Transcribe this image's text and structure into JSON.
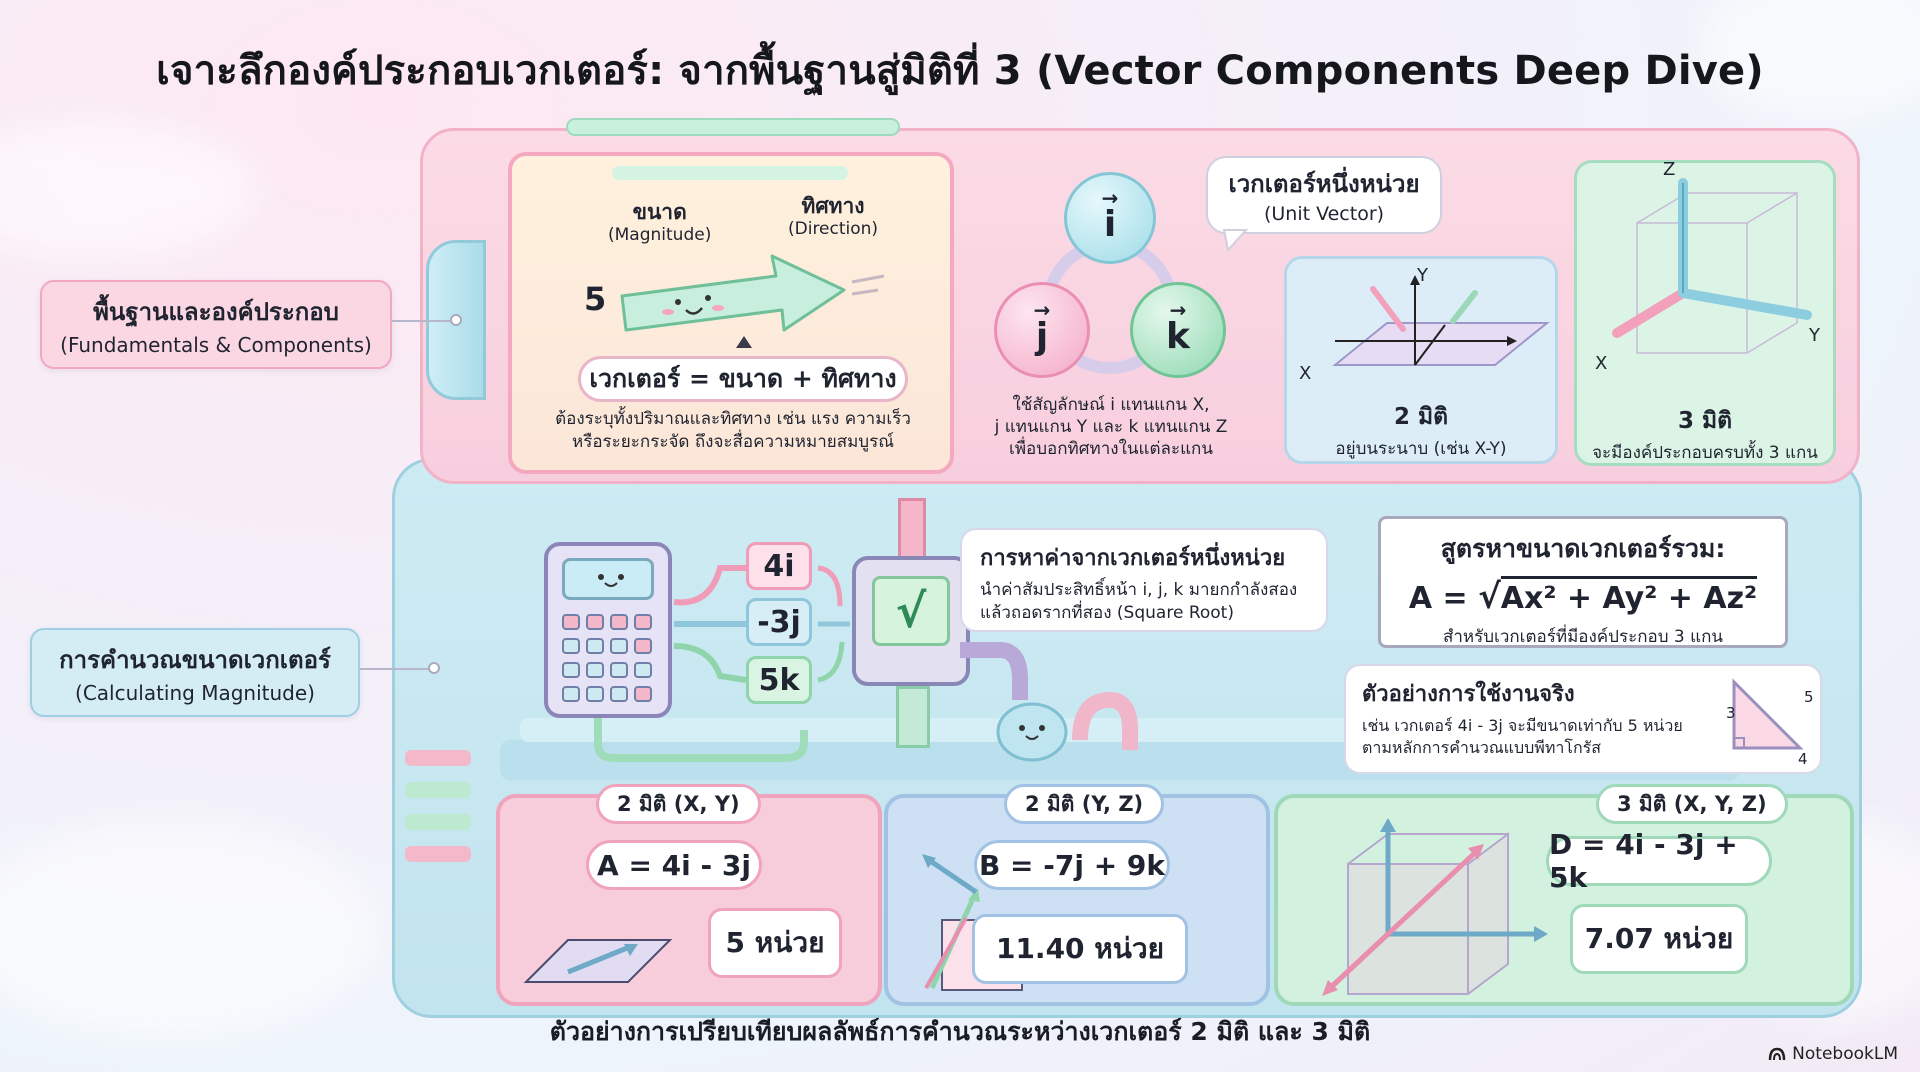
{
  "title": "เจาะลึกองค์ประกอบเวกเตอร์: จากพื้นฐานสู่มิติที่ 3 (Vector Components Deep Dive)",
  "side_labels": {
    "fundamentals": {
      "main": "พื้นฐานและองค์ประกอบ",
      "sub": "(Fundamentals & Components)"
    },
    "calculating": {
      "main": "การคำนวณขนาดเวกเตอร์",
      "sub": "(Calculating Magnitude)"
    }
  },
  "vector_panel": {
    "magnitude_label": "ขนาด",
    "magnitude_sub": "(Magnitude)",
    "direction_label": "ทิศทาง",
    "direction_sub": "(Direction)",
    "magnitude_value": "5",
    "formula": "เวกเตอร์ = ขนาด + ทิศทาง",
    "description_line1": "ต้องระบุทั้งปริมาณและทิศทาง เช่น แรง ความเร็ว",
    "description_line2": "หรือระยะกระจัด ถึงจะสื่อความหมายสมบูรณ์"
  },
  "unit_vectors": {
    "i": "i",
    "j": "j",
    "k": "k",
    "bubble_title": "เวกเตอร์หนึ่งหน่วย",
    "bubble_sub": "(Unit Vector)",
    "description_line1": "ใช้สัญลักษณ์ i แทนแกน X,",
    "description_line2": "j แทนแกน Y และ k แทนแกน Z",
    "description_line3": "เพื่อบอกทิศทางในแต่ละแกน"
  },
  "dim2_panel": {
    "axis_x": "X",
    "axis_y": "Y",
    "title": "2 มิติ",
    "sub": "อยู่บนระนาบ (เช่น X-Y)"
  },
  "dim3_panel": {
    "axis_x": "X",
    "axis_y": "Y",
    "axis_z": "Z",
    "title": "3 มิติ",
    "sub": "จะมีองค์ประกอบครบทั้ง 3 แกน"
  },
  "components": {
    "c1": "4i",
    "c2": "-3j",
    "c3": "5k"
  },
  "sqrt_symbol": "√",
  "find_box": {
    "title": "การหาค่าจากเวกเตอร์หนึ่งหน่วย",
    "line1": "นำค่าสัมประสิทธิ์หน้า i, j, k มายกกำลังสอง",
    "line2": "แล้วถอดรากที่สอง (Square Root)"
  },
  "formula_box": {
    "title": "สูตรหาขนาดเวกเตอร์รวม:",
    "lhs": "A = ",
    "radicand": "Ax² + Ay² + Az²",
    "sub": "สำหรับเวกเตอร์ที่มีองค์ประกอบ 3 แกน"
  },
  "example_box": {
    "title": "ตัวอย่างการใช้งานจริง",
    "line1": "เช่น เวกเตอร์ 4i - 3j จะมีขนาดเท่ากับ 5 หน่วย",
    "line2": "ตามหลักการคำนวณแบบพีทาโกรัส",
    "tri_side_a": "3",
    "tri_side_b": "4",
    "tri_hyp": "5"
  },
  "examples": [
    {
      "tag": "2 มิติ (X, Y)",
      "equation": "A = 4i - 3j",
      "result": "5 หน่วย"
    },
    {
      "tag": "2 มิติ (Y, Z)",
      "equation": "B = -7j + 9k",
      "result": "11.40 หน่วย"
    },
    {
      "tag": "3 มิติ (X, Y, Z)",
      "equation": "D = 4i - 3j + 5k",
      "result": "7.07 หน่วย"
    }
  ],
  "footer_caption": "ตัวอย่างการเปรียบเทียบผลลัพธ์การคำนวณระหว่างเวกเตอร์ 2 มิติ และ 3 มิติ",
  "brand": "NotebookLM",
  "colors": {
    "pink": "#f4a9c0",
    "blue": "#9fd0df",
    "green": "#9fd9b9",
    "lavender": "#8a86b8"
  }
}
